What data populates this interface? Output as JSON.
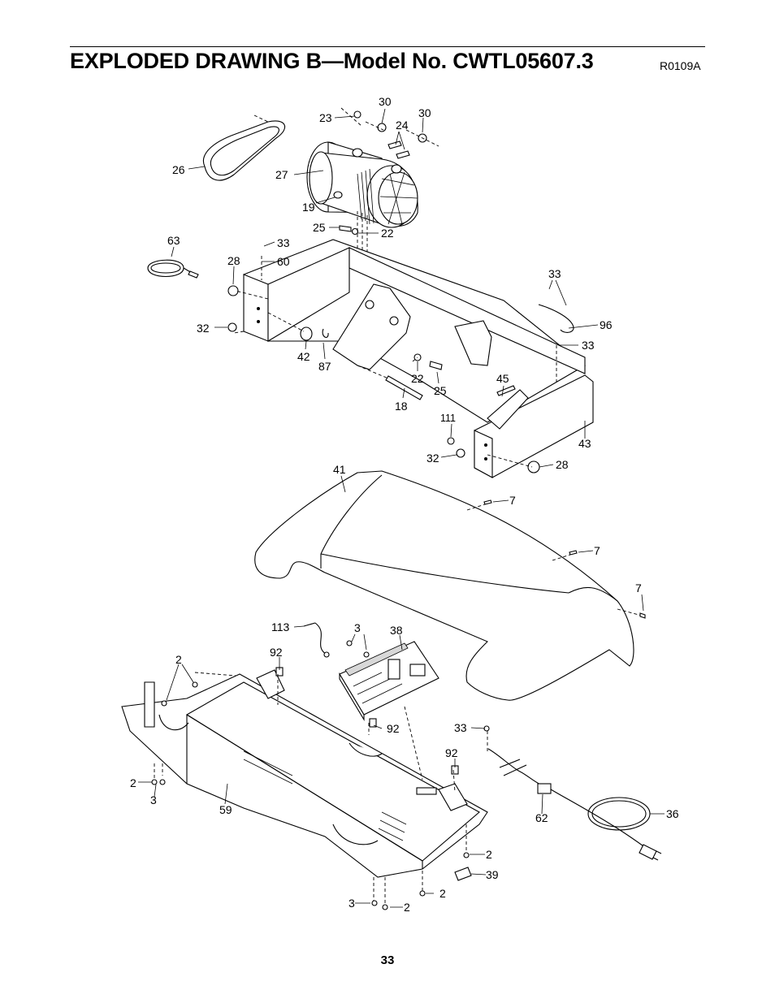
{
  "header": {
    "title": "EXPLODED DRAWING B—Model No. CWTL05607.3",
    "drawing_code": "R0109A"
  },
  "footer": {
    "page_number": "33"
  },
  "callouts": [
    {
      "id": "c30a",
      "text": "30"
    },
    {
      "id": "c23",
      "text": "23"
    },
    {
      "id": "c30b",
      "text": "30"
    },
    {
      "id": "c24",
      "text": "24"
    },
    {
      "id": "c26",
      "text": "26"
    },
    {
      "id": "c27",
      "text": "27"
    },
    {
      "id": "c19",
      "text": "19"
    },
    {
      "id": "c25a",
      "text": "25"
    },
    {
      "id": "c22a",
      "text": "22"
    },
    {
      "id": "c63",
      "text": "63"
    },
    {
      "id": "c33a",
      "text": "33"
    },
    {
      "id": "c28a",
      "text": "28"
    },
    {
      "id": "c60",
      "text": "60"
    },
    {
      "id": "c33b",
      "text": "33"
    },
    {
      "id": "c96",
      "text": "96"
    },
    {
      "id": "c33c",
      "text": "33"
    },
    {
      "id": "c32a",
      "text": "32"
    },
    {
      "id": "c42",
      "text": "42"
    },
    {
      "id": "c87",
      "text": "87"
    },
    {
      "id": "c22b",
      "text": "22"
    },
    {
      "id": "c25b",
      "text": "25"
    },
    {
      "id": "c18",
      "text": "18"
    },
    {
      "id": "c45",
      "text": "45"
    },
    {
      "id": "c111",
      "text": "111"
    },
    {
      "id": "c43",
      "text": "43"
    },
    {
      "id": "c32b",
      "text": "32"
    },
    {
      "id": "c28b",
      "text": "28"
    },
    {
      "id": "c41",
      "text": "41"
    },
    {
      "id": "c7a",
      "text": "7"
    },
    {
      "id": "c7b",
      "text": "7"
    },
    {
      "id": "c7c",
      "text": "7"
    },
    {
      "id": "c113",
      "text": "113"
    },
    {
      "id": "c3a",
      "text": "3"
    },
    {
      "id": "c38",
      "text": "38"
    },
    {
      "id": "c92a",
      "text": "92"
    },
    {
      "id": "c2a",
      "text": "2"
    },
    {
      "id": "c92b",
      "text": "92"
    },
    {
      "id": "c33d",
      "text": "33"
    },
    {
      "id": "c92c",
      "text": "92"
    },
    {
      "id": "c2b",
      "text": "2"
    },
    {
      "id": "c3b",
      "text": "3"
    },
    {
      "id": "c59",
      "text": "59"
    },
    {
      "id": "c62",
      "text": "62"
    },
    {
      "id": "c36",
      "text": "36"
    },
    {
      "id": "c2c",
      "text": "2"
    },
    {
      "id": "c39",
      "text": "39"
    },
    {
      "id": "c3c",
      "text": "3"
    },
    {
      "id": "c2d",
      "text": "2"
    },
    {
      "id": "c2e",
      "text": "2"
    }
  ]
}
